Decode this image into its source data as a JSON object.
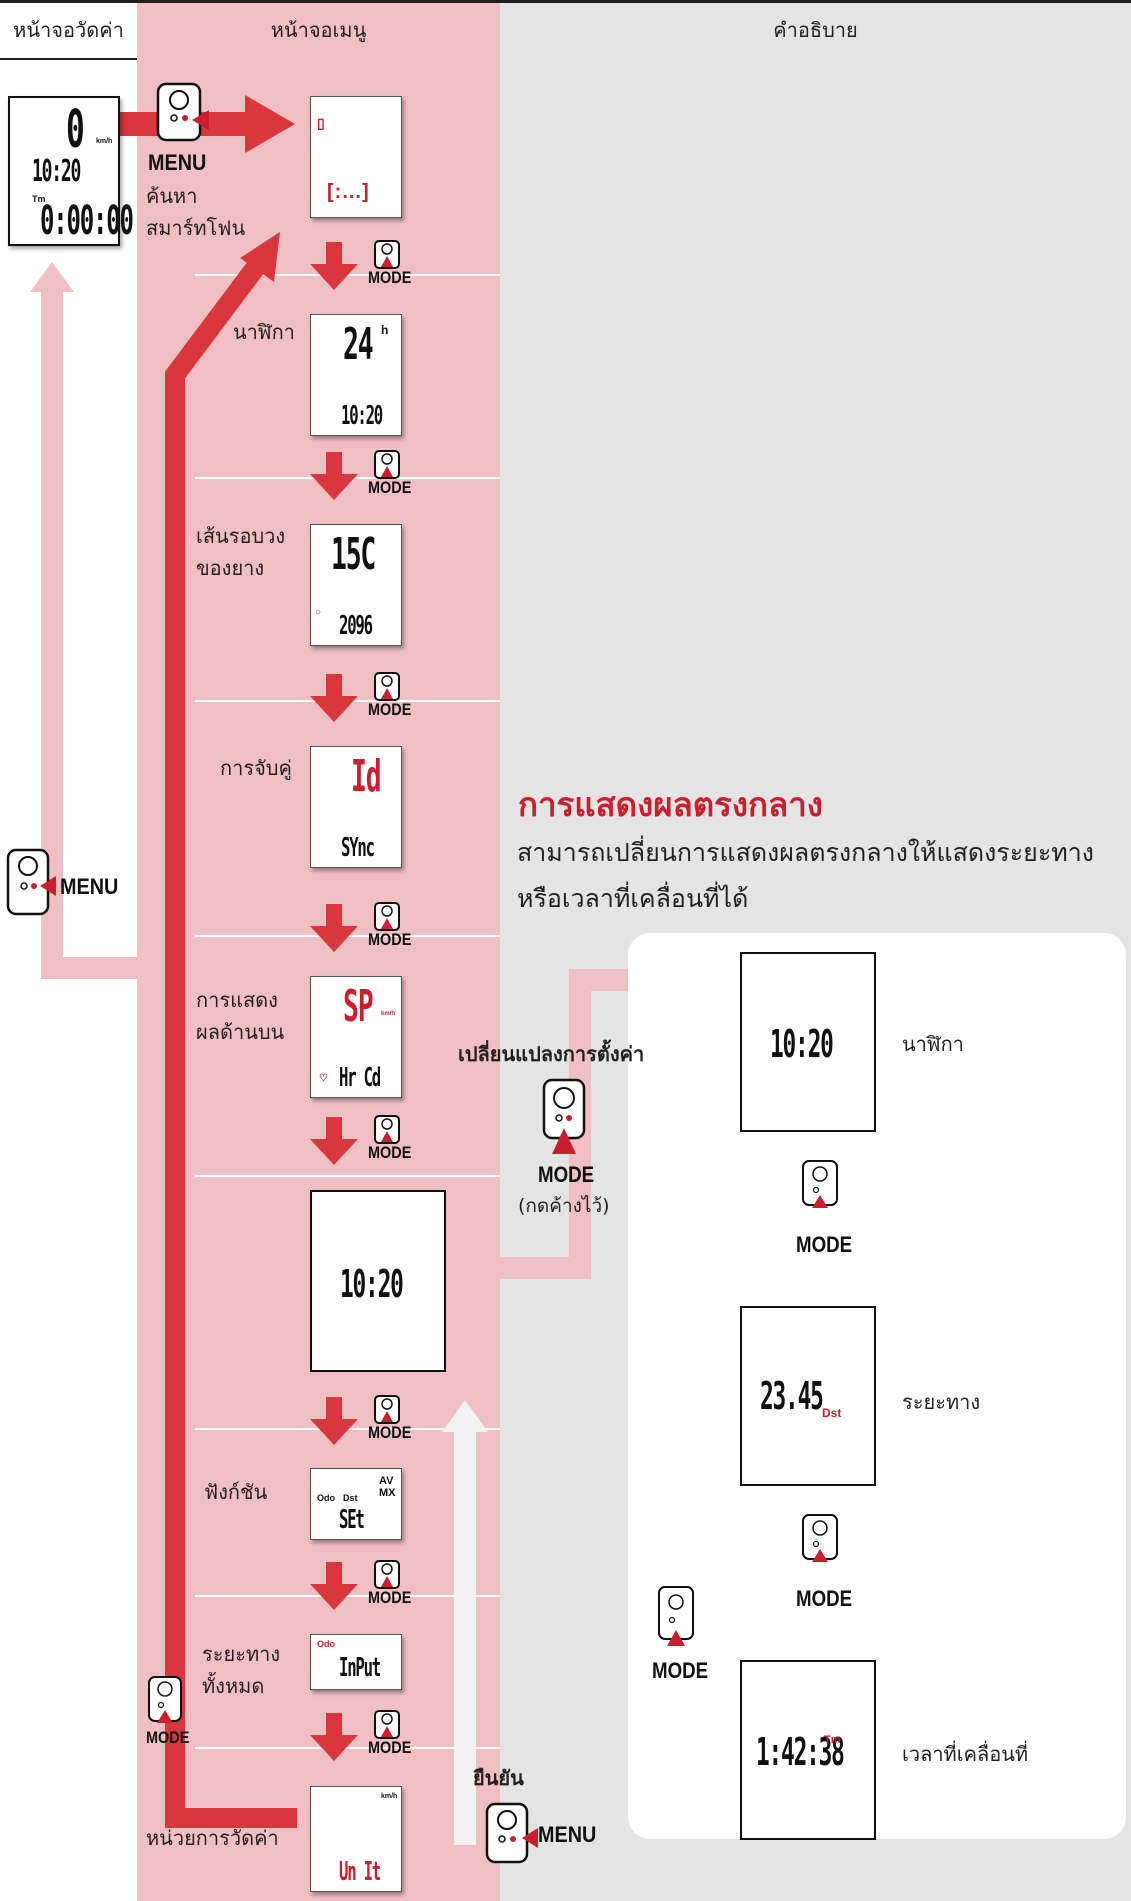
{
  "headers": {
    "measure": "หน้าจอวัดค่า",
    "menu": "หน้าจอเมนู",
    "desc": "คำอธิบาย"
  },
  "buttons": {
    "menu": "MENU",
    "mode": "MODE"
  },
  "labels": {
    "search_phone": "ค้นหา\nสมาร์ทโฟน",
    "clock": "นาฬิกา",
    "tire": "เส้นรอบวง\nของยาง",
    "pairing": "การจับคู่",
    "upper_display": "การแสดง\nผลด้านบน",
    "function": "ฟังก์ชัน",
    "odo": "ระยะทาง\nทั้งหมด",
    "unit": "หน่วยการวัดค่า",
    "change_setting": "เปลี่ยนแปลงการตั้งค่า",
    "hold": "(กดค้างไว้)",
    "confirm": "ยืนยัน"
  },
  "middle_display": {
    "title": "การแสดงผลตรงกลาง",
    "description": "สามารถเปลี่ยนการแสดงผลตรงกลางให้แสดงระยะทางหรือเวลาที่เคลื่อนที่ได้",
    "options": [
      {
        "value": "10:20",
        "label": "นาฬิกา"
      },
      {
        "value": "23.45",
        "unit": "Dst",
        "label": "ระยะทาง"
      },
      {
        "value": "1:42:38",
        "unit": "Tm",
        "label": "เวลาที่เคลื่อนที่"
      }
    ]
  },
  "screens": {
    "measure": {
      "speed": "0",
      "speed_unit": "km/h",
      "time": "10:20",
      "tm": "Tm",
      "timer": "0:00:00"
    },
    "clock": {
      "top": "24",
      "unit": "h",
      "bottom": "10:20"
    },
    "tire": {
      "top": "15C",
      "bottom": "2096"
    },
    "pairing": {
      "top": "Id",
      "bottom": "SYnc"
    },
    "upper": {
      "top": "SP",
      "unit": "km/h",
      "bottom": "Hr Cd"
    },
    "middle": {
      "value": "10:20"
    },
    "function": {
      "odo": "Odo",
      "dst": "Dst",
      "avmx": "AV MX",
      "bottom": "SEt"
    },
    "odo": {
      "odo": "Odo",
      "bottom": "InPut"
    },
    "unit": {
      "unit": "km/h",
      "bottom": "Un It"
    }
  }
}
